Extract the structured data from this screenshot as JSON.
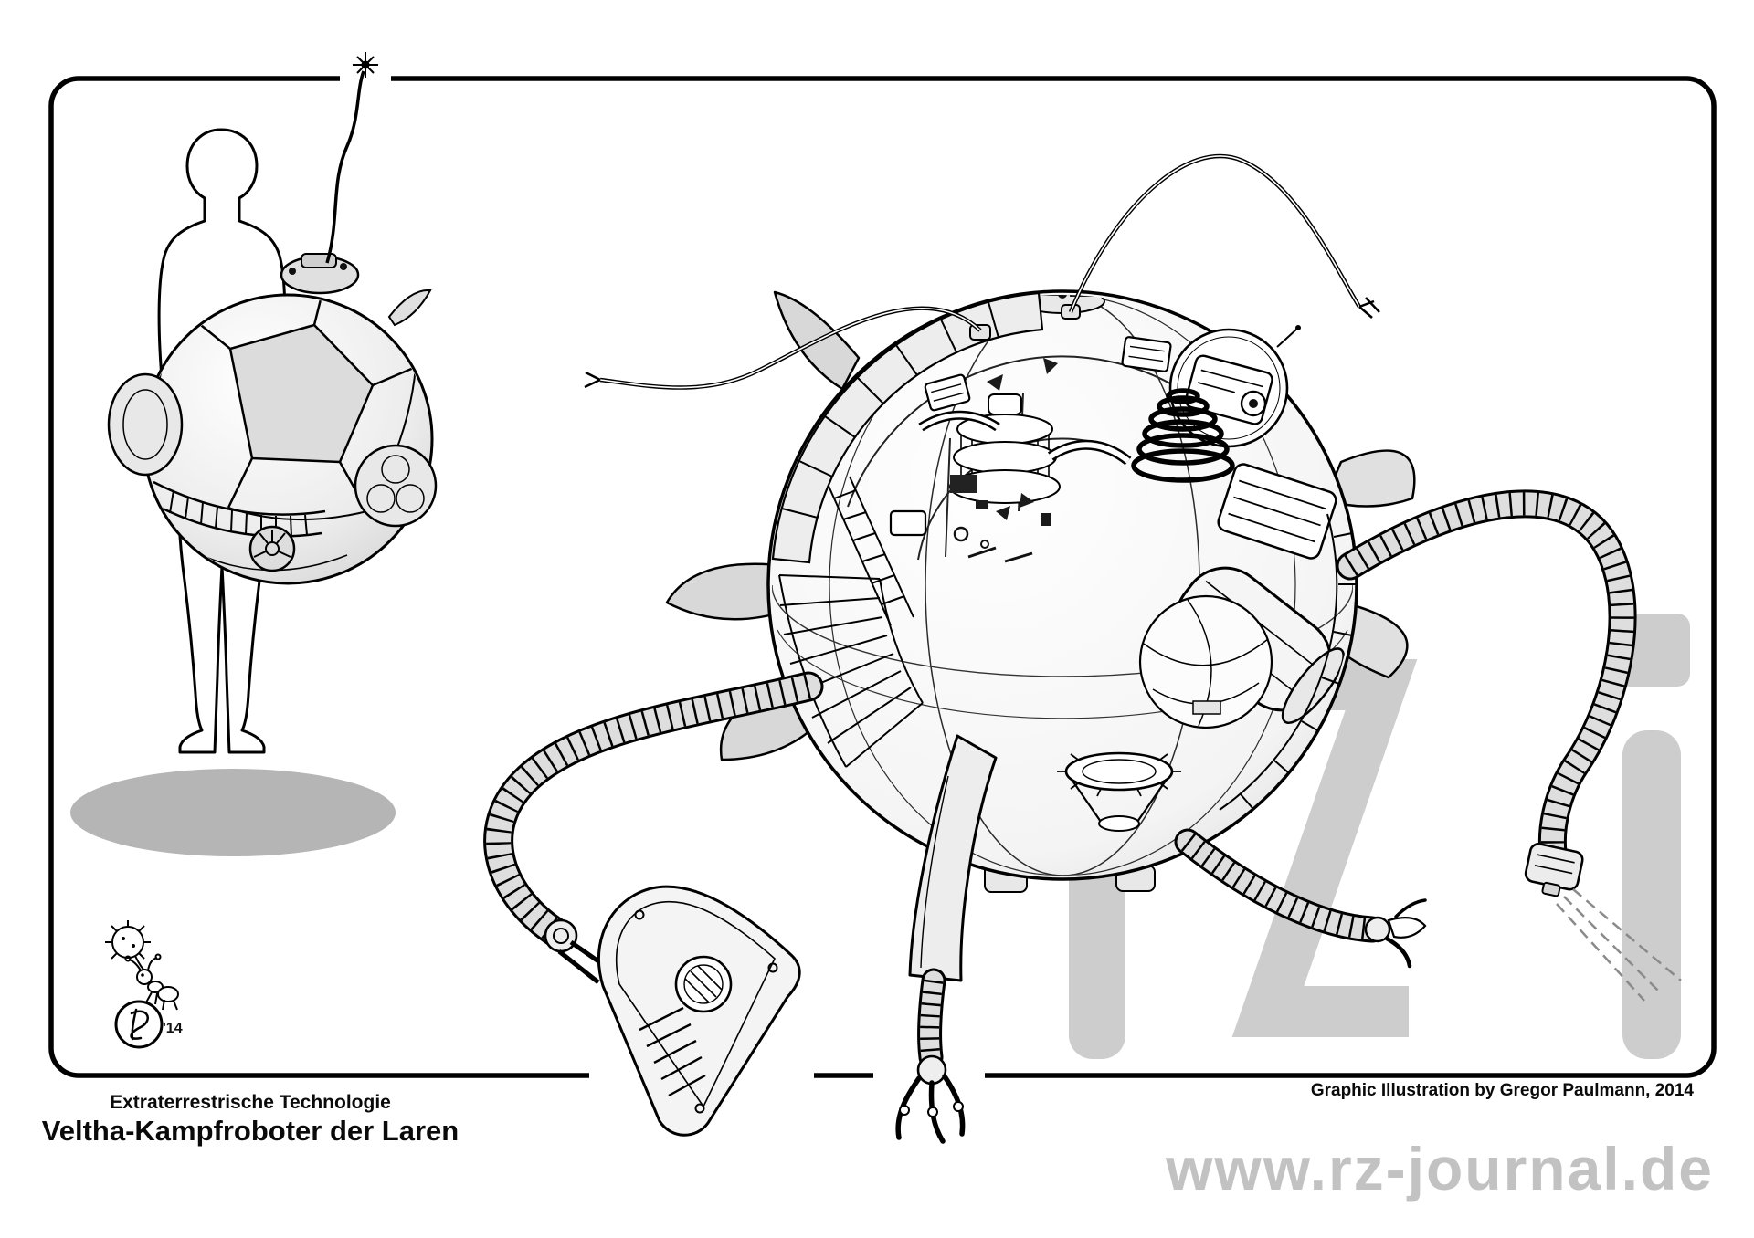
{
  "page": {
    "background_color": "#ffffff",
    "ink_color": "#000000",
    "shadow_color": "#b5b5b5",
    "watermark_color": "#c2c2c2"
  },
  "caption": {
    "subtitle": "Extraterrestrische Technologie",
    "title": "Veltha-Kampfroboter der Laren"
  },
  "credit": {
    "text": "Graphic Illustration by Gregor Paulmann, 2014"
  },
  "watermark": {
    "url": "www.rz-journal.de",
    "logo": "rz-journal-logo"
  },
  "signature": {
    "year": "'14",
    "mark": "artist-monogram"
  },
  "figure": {
    "description": "Cutaway technical illustration of the spherical Veltha combat robot of the Laren with segmented tentacle arms, grippers, whip antennas, side fins, a landing foot, and a human silhouette shown for scale"
  }
}
